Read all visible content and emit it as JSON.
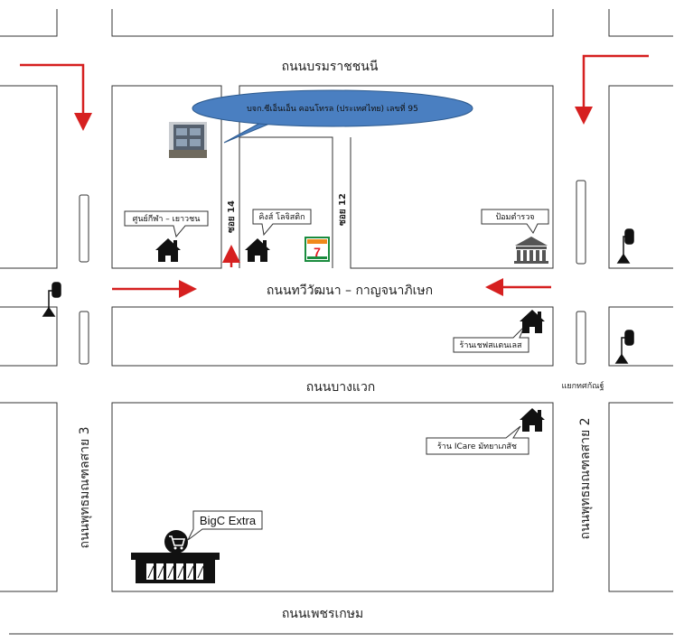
{
  "roads": {
    "top": "ถนนบรมราชชนนี",
    "middle": "ถนนทวีวัฒนา – กาญจนาภิเษก",
    "lower": "ถนนบางแวก",
    "bottom": "ถนนเพชรเกษม",
    "left_vertical": "ถนนพุทธมณฑลสาย 3",
    "right_vertical": "ถนนพุทธมณฑลสาย 2",
    "soi_14": "ซอย 14",
    "soi_12": "ซอย 12",
    "intersection": "แยกทศกัณฐ์"
  },
  "places": {
    "company": "บจก.ซีเอ็นเอ็น คอนโทรล (ประเทศไทย) เลขที่ 95",
    "youth_center": "ศูนย์กีฬา – เยาวชน",
    "kings_logistics": "คิงส์ โลจิสติก",
    "police": "ป้อมตำรวจ",
    "chef_shop": "ร้านเชฟสแตนเลส",
    "icare": "ร้าน ICare มัทยาเภสัช",
    "bigc": "BigC Extra",
    "seven_eleven": "7-ELEVEN"
  },
  "colors": {
    "arrow": "#d62020",
    "ellipse": "#4a7fc1",
    "ellipse_stroke": "#2d5a8e",
    "block_stroke": "#333333"
  },
  "icons": [
    "house-icon",
    "building-photo-icon",
    "police-station-icon",
    "traffic-light-icon",
    "shopping-cart-icon",
    "store-icon",
    "seven-eleven-logo"
  ]
}
